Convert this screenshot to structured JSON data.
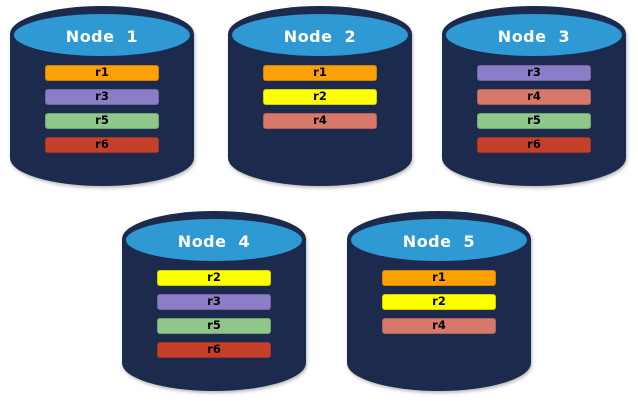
{
  "colors": {
    "cylinder_body": "#1C2A4E",
    "cylinder_top": "#2E99D3",
    "title_text": "#FFFFFF",
    "bar_text": "#000000",
    "replicas": {
      "r1": "#FFA005",
      "r2": "#FFFF00",
      "r3": "#8B7EC6",
      "r4": "#D6796A",
      "r5": "#8FC78B",
      "r6": "#C5402A"
    }
  },
  "nodes": [
    {
      "label": "Node 1",
      "replicas": [
        "r1",
        "r3",
        "r5",
        "r6"
      ]
    },
    {
      "label": "Node 2",
      "replicas": [
        "r1",
        "r2",
        "r4"
      ]
    },
    {
      "label": "Node 3",
      "replicas": [
        "r3",
        "r4",
        "r5",
        "r6"
      ]
    },
    {
      "label": "Node 4",
      "replicas": [
        "r2",
        "r3",
        "r5",
        "r6"
      ]
    },
    {
      "label": "Node 5",
      "replicas": [
        "r1",
        "r2",
        "r4"
      ]
    }
  ]
}
